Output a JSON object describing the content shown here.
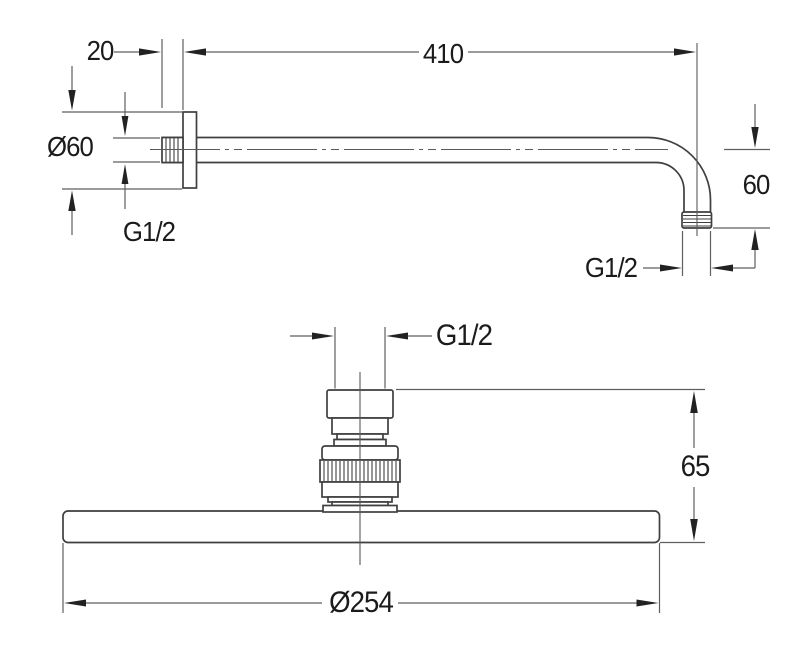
{
  "drawing_type": "technical dimension drawing",
  "product": "wall-mounted shower arm with round overhead rain shower",
  "colors": {
    "background": "#ffffff",
    "outline": "#3f3f3f",
    "dimension_lines": "#5f5f5f",
    "text": "#1b1b1b"
  },
  "top_view": {
    "description": "shower arm side view",
    "thread_depth_mm": "20",
    "arm_length_mm": "410",
    "flange_diameter": "Ø60",
    "wall_thread": "G1/2",
    "drop_height_mm": "60",
    "outlet_thread": "G1/2"
  },
  "bottom_view": {
    "description": "shower head front view",
    "inlet_thread": "G1/2",
    "head_height_mm": "65",
    "head_diameter": "Ø254"
  }
}
